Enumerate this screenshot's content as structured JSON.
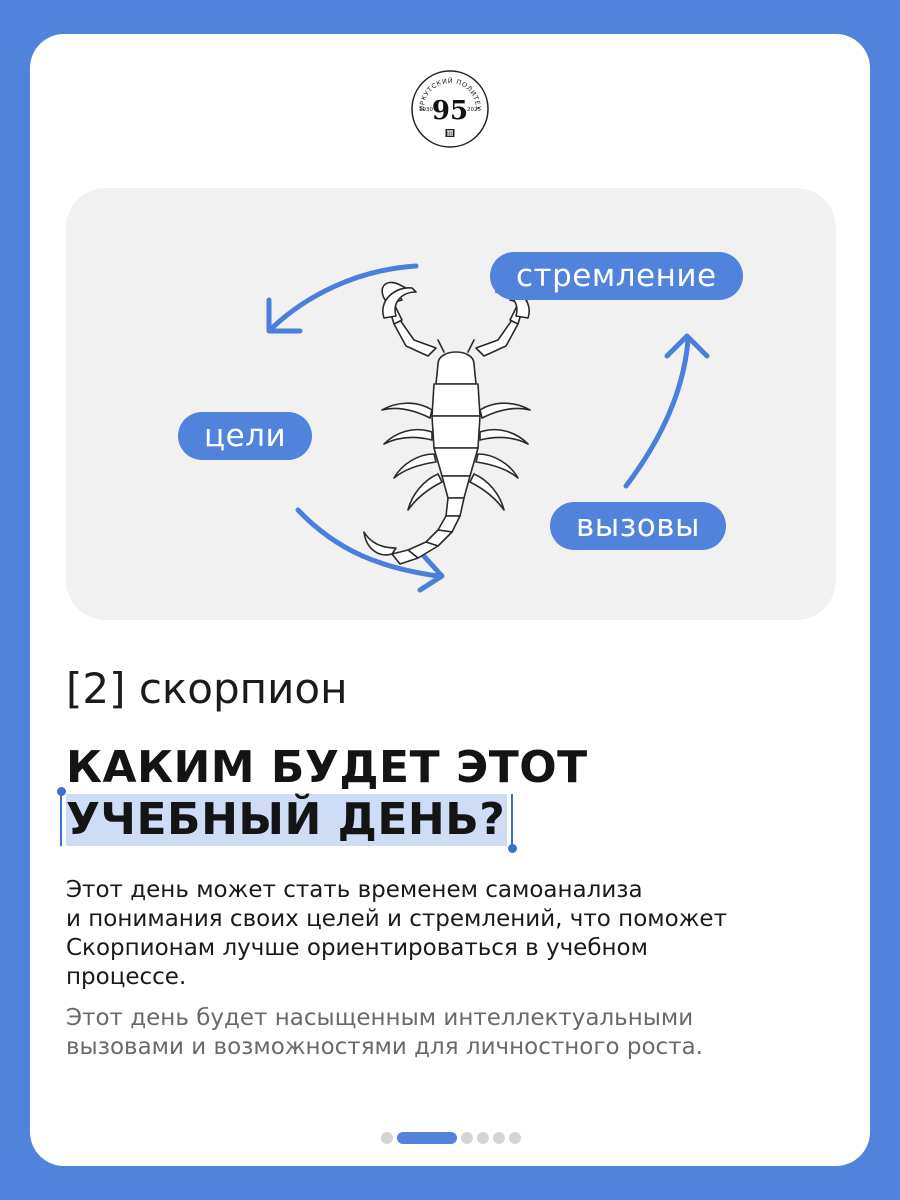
{
  "logo": {
    "arc_text": "ИРКУТСКИЙ ПОЛИТЕХ",
    "number": "95",
    "year_start": "1930",
    "year_end": "2025"
  },
  "diagram": {
    "labels": {
      "goals": "цели",
      "striving": "стремление",
      "challenges": "вызовы"
    },
    "illustration": "scorpion-icon"
  },
  "sign_title": "[2] скорпион",
  "headline": {
    "line1": "КАКИМ БУДЕТ ЭТОТ",
    "line2": "УЧЕБНЫЙ ДЕНЬ?"
  },
  "paragraphs": {
    "p1": [
      "Этот день может стать временем самоанализа",
      "и понимания своих целей и стремлений, что поможет",
      "Скорпионам лучше ориентироваться в учебном",
      "процессе."
    ],
    "p2": [
      "Этот день будет насыщенным интеллектуальными",
      "вызовами и возможностями для личностного роста."
    ]
  },
  "pagination": {
    "total": 6,
    "current": 2
  },
  "colors": {
    "background": "#5183dc",
    "accent": "#5183dc",
    "panel": "#f1f1f1",
    "highlight": "#cfdcf5"
  }
}
